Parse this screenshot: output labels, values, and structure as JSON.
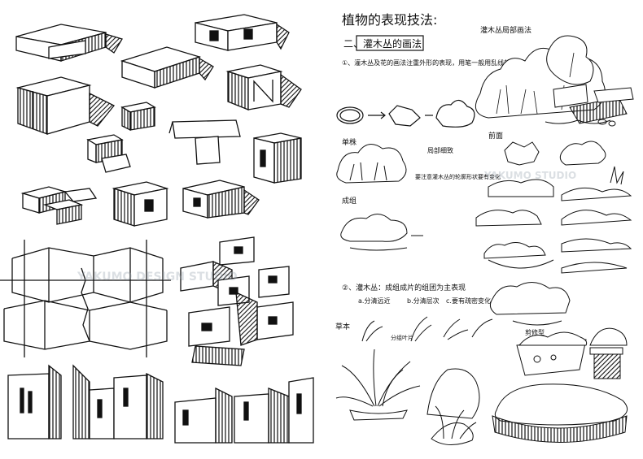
{
  "sheet": {
    "title": "植物的表现技法:",
    "section_2": "二、灌木丛的画法",
    "note_1": "①、灌木丛及花的画法注重外形的表现，用笔一般用乱线的方法去画，不要太过拘谨。",
    "top_right_label": "灌木丛局部画法",
    "label_single": "单株",
    "label_group": "成组",
    "label_front": "前面",
    "label_local": "局部细致",
    "label_note_mid": "要注意灌木丛的轮廓形状要有变化",
    "label_planter": "剪修型",
    "note_2": "②、灌木丛：成组成片的组团为主表现",
    "sub_a": "a.分清远近",
    "sub_b": "b.分清层次",
    "sub_c": "c.要有疏密变化",
    "label_grass": "草本",
    "label_grass_note": "分组叶片",
    "watermark_1": "YAKUMO DESIGN STUDIO",
    "watermark_2": "YAKUMO STUDIO"
  },
  "icons": [
    "arrow-icon"
  ]
}
